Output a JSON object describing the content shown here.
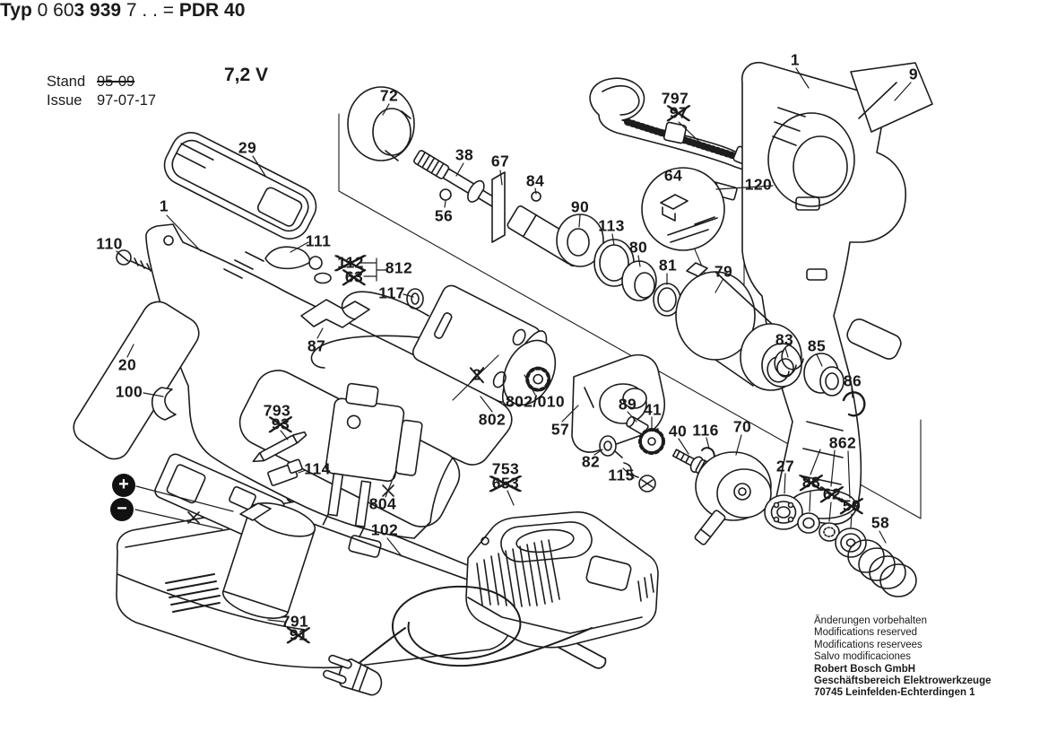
{
  "title_block": {
    "typ_label": "Typ ",
    "typ_number_light": "0 60",
    "typ_number_bold": "3 939",
    "typ_suffix": " 7 . .  =  ",
    "model": "PDR 40",
    "voltage": "7,2 V",
    "stand_label": "Stand",
    "stand_value": "95-09",
    "issue_label": "Issue",
    "issue_value": "97-07-17"
  },
  "footer": {
    "lines": [
      {
        "text": "Änderungen vorbehalten",
        "bold": false
      },
      {
        "text": "Modifications reserved",
        "bold": false
      },
      {
        "text": "Modifications reservees",
        "bold": false
      },
      {
        "text": "Salvo modificaciones",
        "bold": false
      },
      {
        "text": "Robert Bosch GmbH",
        "bold": true
      },
      {
        "text": "Geschäftsbereich Elektrowerkzeuge",
        "bold": true
      },
      {
        "text": "70745 Leinfelden-Echterdingen 1",
        "bold": true
      }
    ]
  },
  "battery_polarity": {
    "plus": "+",
    "minus": "−"
  },
  "colors": {
    "ink": "#1a1a1a",
    "paper": "#ffffff"
  },
  "parts": [
    {
      "number": "72",
      "struck": false
    },
    {
      "number": "29",
      "struck": false
    },
    {
      "number": "38",
      "struck": false
    },
    {
      "number": "67",
      "struck": false
    },
    {
      "number": "84",
      "struck": false
    },
    {
      "number": "56",
      "struck": false
    },
    {
      "number": "797",
      "struck": false
    },
    {
      "number": "97",
      "struck": true
    },
    {
      "number": "1",
      "struck": false
    },
    {
      "number": "9",
      "struck": false
    },
    {
      "number": "64",
      "struck": false
    },
    {
      "number": "120",
      "struck": false
    },
    {
      "number": "90",
      "struck": false
    },
    {
      "number": "113",
      "struck": false
    },
    {
      "number": "80",
      "struck": false
    },
    {
      "number": "81",
      "struck": false
    },
    {
      "number": "79",
      "struck": false
    },
    {
      "number": "1",
      "struck": false
    },
    {
      "number": "110",
      "struck": false
    },
    {
      "number": "111",
      "struck": false
    },
    {
      "number": "112",
      "struck": true
    },
    {
      "number": "63",
      "struck": true
    },
    {
      "number": "812",
      "struck": false
    },
    {
      "number": "117",
      "struck": false
    },
    {
      "number": "20",
      "struck": false
    },
    {
      "number": "87",
      "struck": false
    },
    {
      "number": "100",
      "struck": false
    },
    {
      "number": "83",
      "struck": false
    },
    {
      "number": "85",
      "struck": false
    },
    {
      "number": "86",
      "struck": false
    },
    {
      "number": "2",
      "struck": true
    },
    {
      "number": "802/010",
      "struck": false
    },
    {
      "number": "802",
      "struck": false
    },
    {
      "number": "57",
      "struck": false
    },
    {
      "number": "89",
      "struck": false
    },
    {
      "number": "41",
      "struck": false
    },
    {
      "number": "82",
      "struck": false
    },
    {
      "number": "115",
      "struck": false
    },
    {
      "number": "40",
      "struck": false
    },
    {
      "number": "116",
      "struck": false
    },
    {
      "number": "70",
      "struck": false
    },
    {
      "number": "27",
      "struck": false
    },
    {
      "number": "862",
      "struck": false
    },
    {
      "number": "88",
      "struck": true
    },
    {
      "number": "62",
      "struck": true
    },
    {
      "number": "59",
      "struck": true
    },
    {
      "number": "58",
      "struck": false
    },
    {
      "number": "793",
      "struck": false
    },
    {
      "number": "93",
      "struck": true
    },
    {
      "number": "114",
      "struck": false
    },
    {
      "number": "804",
      "struck": false
    },
    {
      "number": "753",
      "struck": false
    },
    {
      "number": "653",
      "struck": true
    },
    {
      "number": "102",
      "struck": false
    },
    {
      "number": "791",
      "struck": false
    },
    {
      "number": "91",
      "struck": true
    }
  ]
}
